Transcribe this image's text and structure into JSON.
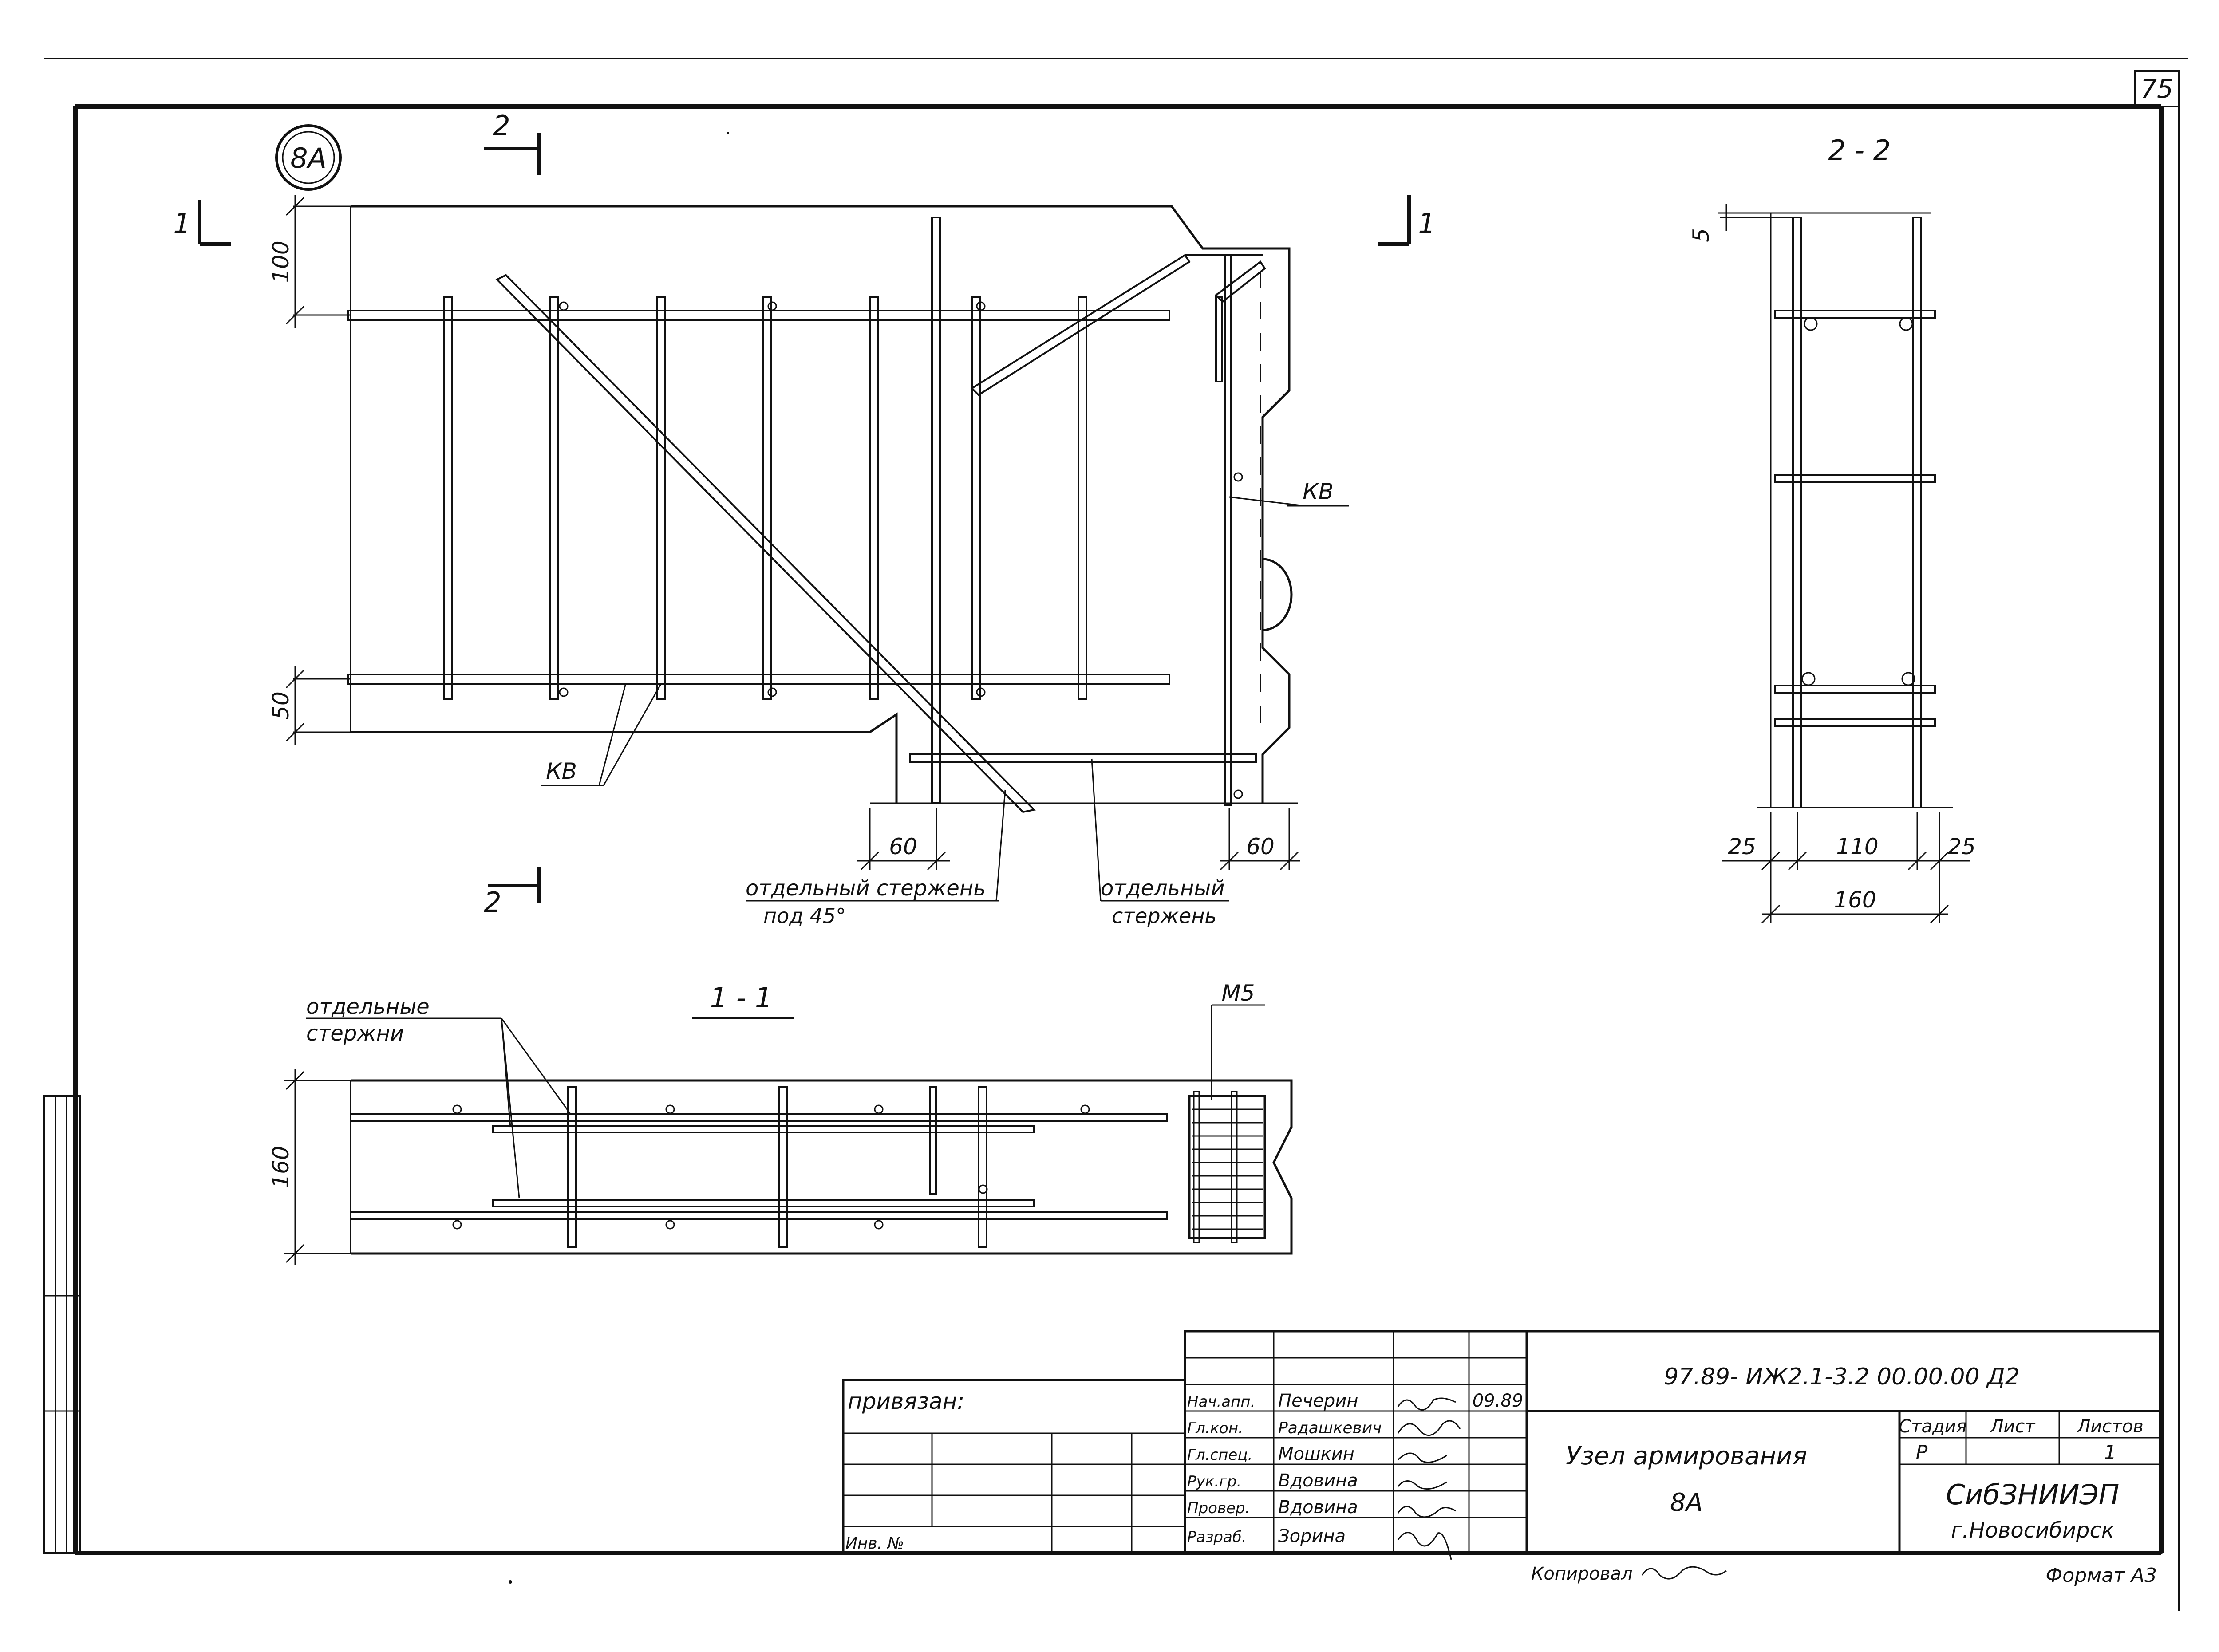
{
  "sheet_number": "75",
  "node_label": "8А",
  "section_marks": {
    "cut_1": "1",
    "cut_2": "2",
    "view_1_title": "1 - 1",
    "view_2_title": "2 - 2"
  },
  "plan_view": {
    "dim_top": "100",
    "dim_bottom": "50",
    "dim_left_60": "60",
    "dim_right_60": "60",
    "label_kv_right": "КВ",
    "label_kv_bottom": "КВ",
    "note_diagonal_line1": "отдельный стержень",
    "note_diagonal_line2": "под 45°",
    "note_separate_line1": "отдельный",
    "note_separate_line2": "стержень"
  },
  "section_2_2": {
    "dim_top": "5",
    "dim_left": "25",
    "dim_middle": "110",
    "dim_right": "25",
    "dim_total": "160"
  },
  "section_1_1": {
    "note_line1": "отдельные",
    "note_line2": "стержни",
    "dim_height": "160",
    "label_m5": "М5"
  },
  "title_block": {
    "privyazan": "привязан:",
    "inv_no": "Инв. №",
    "roles": [
      "Нач.апп.",
      "Гл.кон.",
      "Гл.спец.",
      "Рук.гр.",
      "Провер.",
      "Разраб."
    ],
    "names": [
      "Печерин",
      "Радашкевич",
      "Мошкин",
      "Вдовина",
      "Вдовина",
      "Зорина"
    ],
    "date": "09.89",
    "code": "97.89- ИЖ2.1-3.2  00.00.00  Д2",
    "title_line1": "Узел армирования",
    "title_line2": "8А",
    "col_stage": "Стадия",
    "col_sheet": "Лист",
    "col_sheets": "Листов",
    "stage_value": "Р",
    "sheets_value": "1",
    "org_line1": "СибЗНИИЭП",
    "org_line2": "г.Новосибирск",
    "copied": "Копировал",
    "format": "Формат А3"
  }
}
